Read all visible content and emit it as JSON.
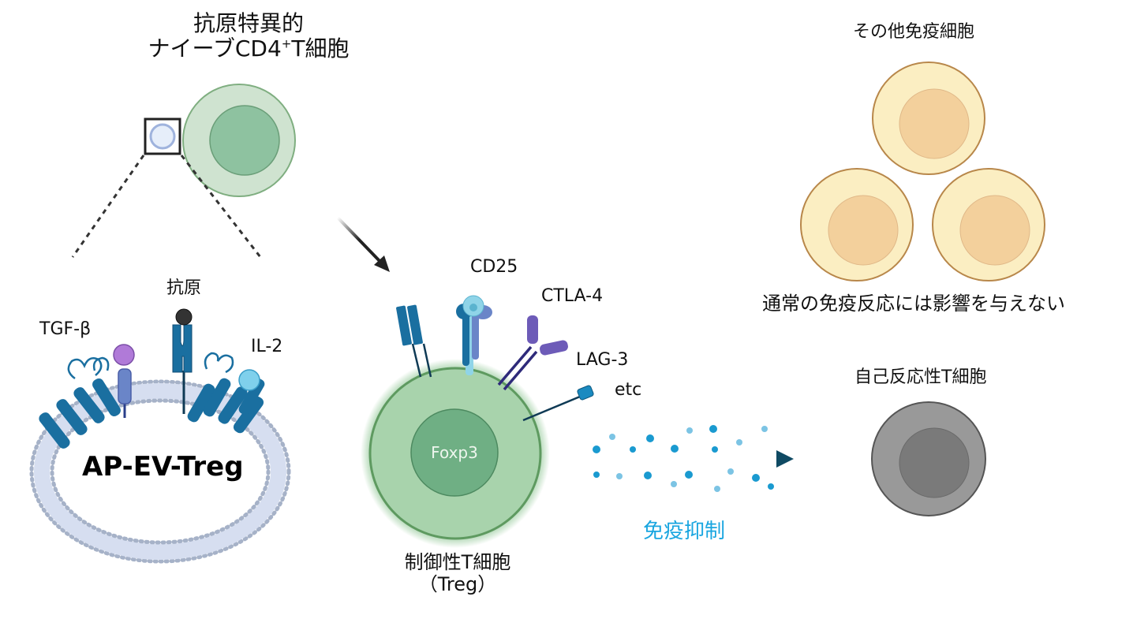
{
  "labels": {
    "naive_title_line1": "抗原特異的",
    "naive_title_line2_prefix": "ナイーブCD4",
    "naive_title_line2_sup": "+",
    "naive_title_line2_suffix": "T細胞",
    "antigen": "抗原",
    "tgf_beta": "TGF-β",
    "il2": "IL-2",
    "vesicle": "AP-EV-Treg",
    "cd25": "CD25",
    "ctla4": "CTLA-4",
    "lag3": "LAG-3",
    "etc": "etc",
    "foxp3": "Foxp3",
    "treg_line1": "制御性T細胞",
    "treg_line2": "（Treg）",
    "suppression": "免疫抑制",
    "other_cells": "その他免疫細胞",
    "no_effect": "通常の免疫反応には影響を与えない",
    "autoreactive": "自己反応性T細胞"
  },
  "colors": {
    "naive_cell": "#cfe3d0",
    "naive_nucleus": "#8ec2a0",
    "treg_cell": "#a8d3ac",
    "treg_nucleus": "#6faf84",
    "other_cell": "#fbeec2",
    "other_nucleus": "#f3d09c",
    "auto_cell": "#999999",
    "auto_nucleus": "#7a7a7a",
    "receptor_blue": "#1a6fa0",
    "tgf_purple": "#b07ad8",
    "il2_light": "#7fd0ec",
    "suppression_text": "#1aa6e0",
    "arrow_dark": "#0f4a63"
  }
}
